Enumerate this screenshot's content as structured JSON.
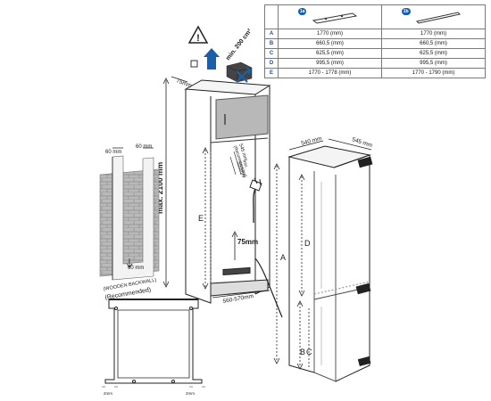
{
  "table": {
    "variants": [
      "1a",
      "1b"
    ],
    "rows": [
      {
        "key": "A",
        "v1": "1770 (mm)",
        "v2": "1770 (mm)"
      },
      {
        "key": "B",
        "v1": "660,5 (mm)",
        "v2": "660,5 (mm)"
      },
      {
        "key": "C",
        "v1": "625,5 (mm)",
        "v2": "625,5 (mm)"
      },
      {
        "key": "D",
        "v1": "995,5 (mm)",
        "v2": "995,5 (mm)"
      },
      {
        "key": "E",
        "v1": "1770 - 1778 (mm)",
        "v2": "1770 - 1790 (mm)"
      }
    ]
  },
  "labels": {
    "vent": "min. 200 cm²",
    "depth_top": "75mm",
    "max_height": "max. 2100 mm",
    "niche_e": "E",
    "cable_depth": "545 mm",
    "cable_depth_note": "(Recommended)",
    "cable_min": "min.",
    "cable_min_val": "550mm",
    "inner_75": "75mm",
    "niche_width": "560-570mm",
    "wall_left": "60 mm",
    "wall_right": "60 mm",
    "wall_bottom": "60 mm",
    "wall_note1": "(WOODEN BACKWALL)",
    "wall_note2": "(Recommended)",
    "fridge_width": "540 mm",
    "fridge_depth": "545 mm",
    "dim_a": "A",
    "dim_d": "D",
    "dim_b": "B",
    "dim_c": "C",
    "gap_left": "2mm",
    "gap_right": "2mm"
  }
}
